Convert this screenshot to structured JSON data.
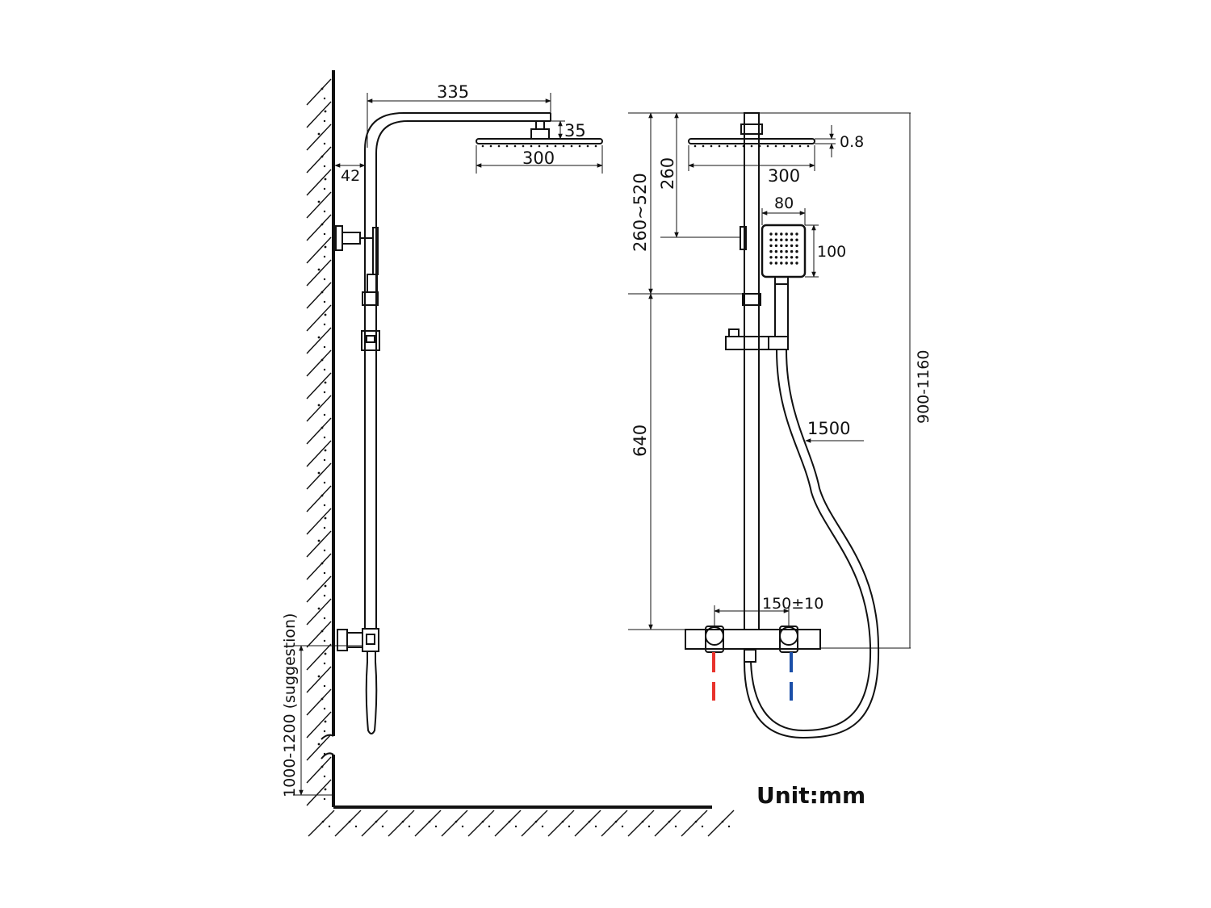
{
  "side_view": {
    "arm_length": "335",
    "wall_offset": "42",
    "head_height": "35",
    "head_width": "300",
    "mount_height": "1000-1200 (suggestion)"
  },
  "front_view": {
    "head_thickness": "0.8",
    "head_width": "300",
    "bracket_drop": "260",
    "bracket_range": "260~520",
    "handshower_width": "80",
    "handshower_height": "100",
    "lower_rail": "640",
    "hose_length": "1500",
    "inlet_spacing": "150±10",
    "overall_height": "900-1160"
  },
  "unit_label": "Unit:mm",
  "colors": {
    "hot": "#e8322c",
    "cold": "#1b4fa8",
    "line": "#111111"
  }
}
